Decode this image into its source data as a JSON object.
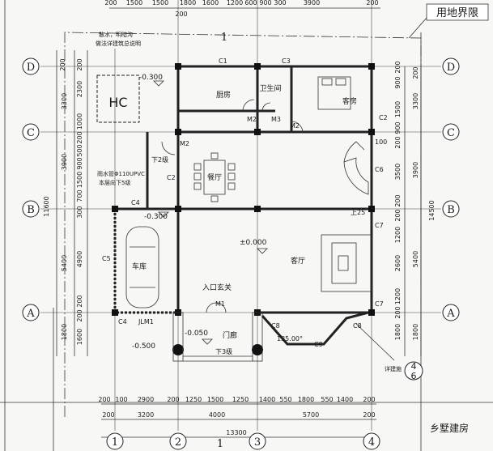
{
  "site_boundary_label": "用地界限",
  "section_mark": "1",
  "notes": {
    "drainage_line1": "散水，明暗沟",
    "drainage_line2": "做法详建筑总说明",
    "downpipe_line1": "雨水管Φ110UPVC",
    "downpipe_line2": "本层向下5级",
    "detail_ref": "详建施",
    "detail_num": "4",
    "detail_sheet": "6"
  },
  "axes": {
    "rows": [
      "D",
      "C",
      "B",
      "A"
    ],
    "columns": [
      "1",
      "2",
      "3",
      "4"
    ]
  },
  "rooms": {
    "hc": "HC",
    "kitchen": "厨房",
    "bathroom": "卫生间",
    "guest_room": "客房",
    "dining": "餐厅",
    "garage": "车库",
    "entrance": "入口玄关",
    "living": "客厅",
    "porch": "门廊"
  },
  "openings": [
    "C1",
    "C3",
    "C2",
    "C2",
    "M2",
    "M3",
    "M2",
    "M2",
    "C4",
    "C5",
    "C6",
    "C7",
    "C7",
    "M1",
    "C4",
    "JLM1",
    "C8",
    "C8",
    "C9"
  ],
  "annotations": [
    "下2级",
    "下3级",
    "上25",
    "100",
    "135.00°"
  ],
  "elevations": [
    "-0.300",
    "-0.300",
    "±0.000",
    "-0.050",
    "-0.500"
  ],
  "dims": {
    "top": [
      "200",
      "1500",
      "1500",
      "1800",
      "1600",
      "1200",
      "600",
      "900",
      "300",
      "3900",
      "200",
      "200"
    ],
    "left_outer": [
      "3300",
      "3900",
      "11600",
      "5400",
      "1800"
    ],
    "left_inner": [
      "200",
      "200",
      "2300",
      "1000",
      "200",
      "500",
      "900",
      "1500",
      "700",
      "300",
      "4900",
      "200",
      "200",
      "1600"
    ],
    "right_inner": [
      "200",
      "900",
      "1500",
      "900",
      "200",
      "3500",
      "200",
      "200",
      "1200",
      "2600",
      "1200",
      "200",
      "1800"
    ],
    "right_outer": [
      "200",
      "3300",
      "3900",
      "14500",
      "5400",
      "1800"
    ],
    "bottom_row1": [
      "200",
      "100",
      "2900",
      "200",
      "1250",
      "1500",
      "1250",
      "1400",
      "550",
      "1800",
      "550",
      "1400",
      "200"
    ],
    "bottom_row2": [
      "200",
      "3200",
      "4000",
      "5700",
      "200"
    ],
    "bottom_total": "13300"
  },
  "watermark": "乡墅建房"
}
